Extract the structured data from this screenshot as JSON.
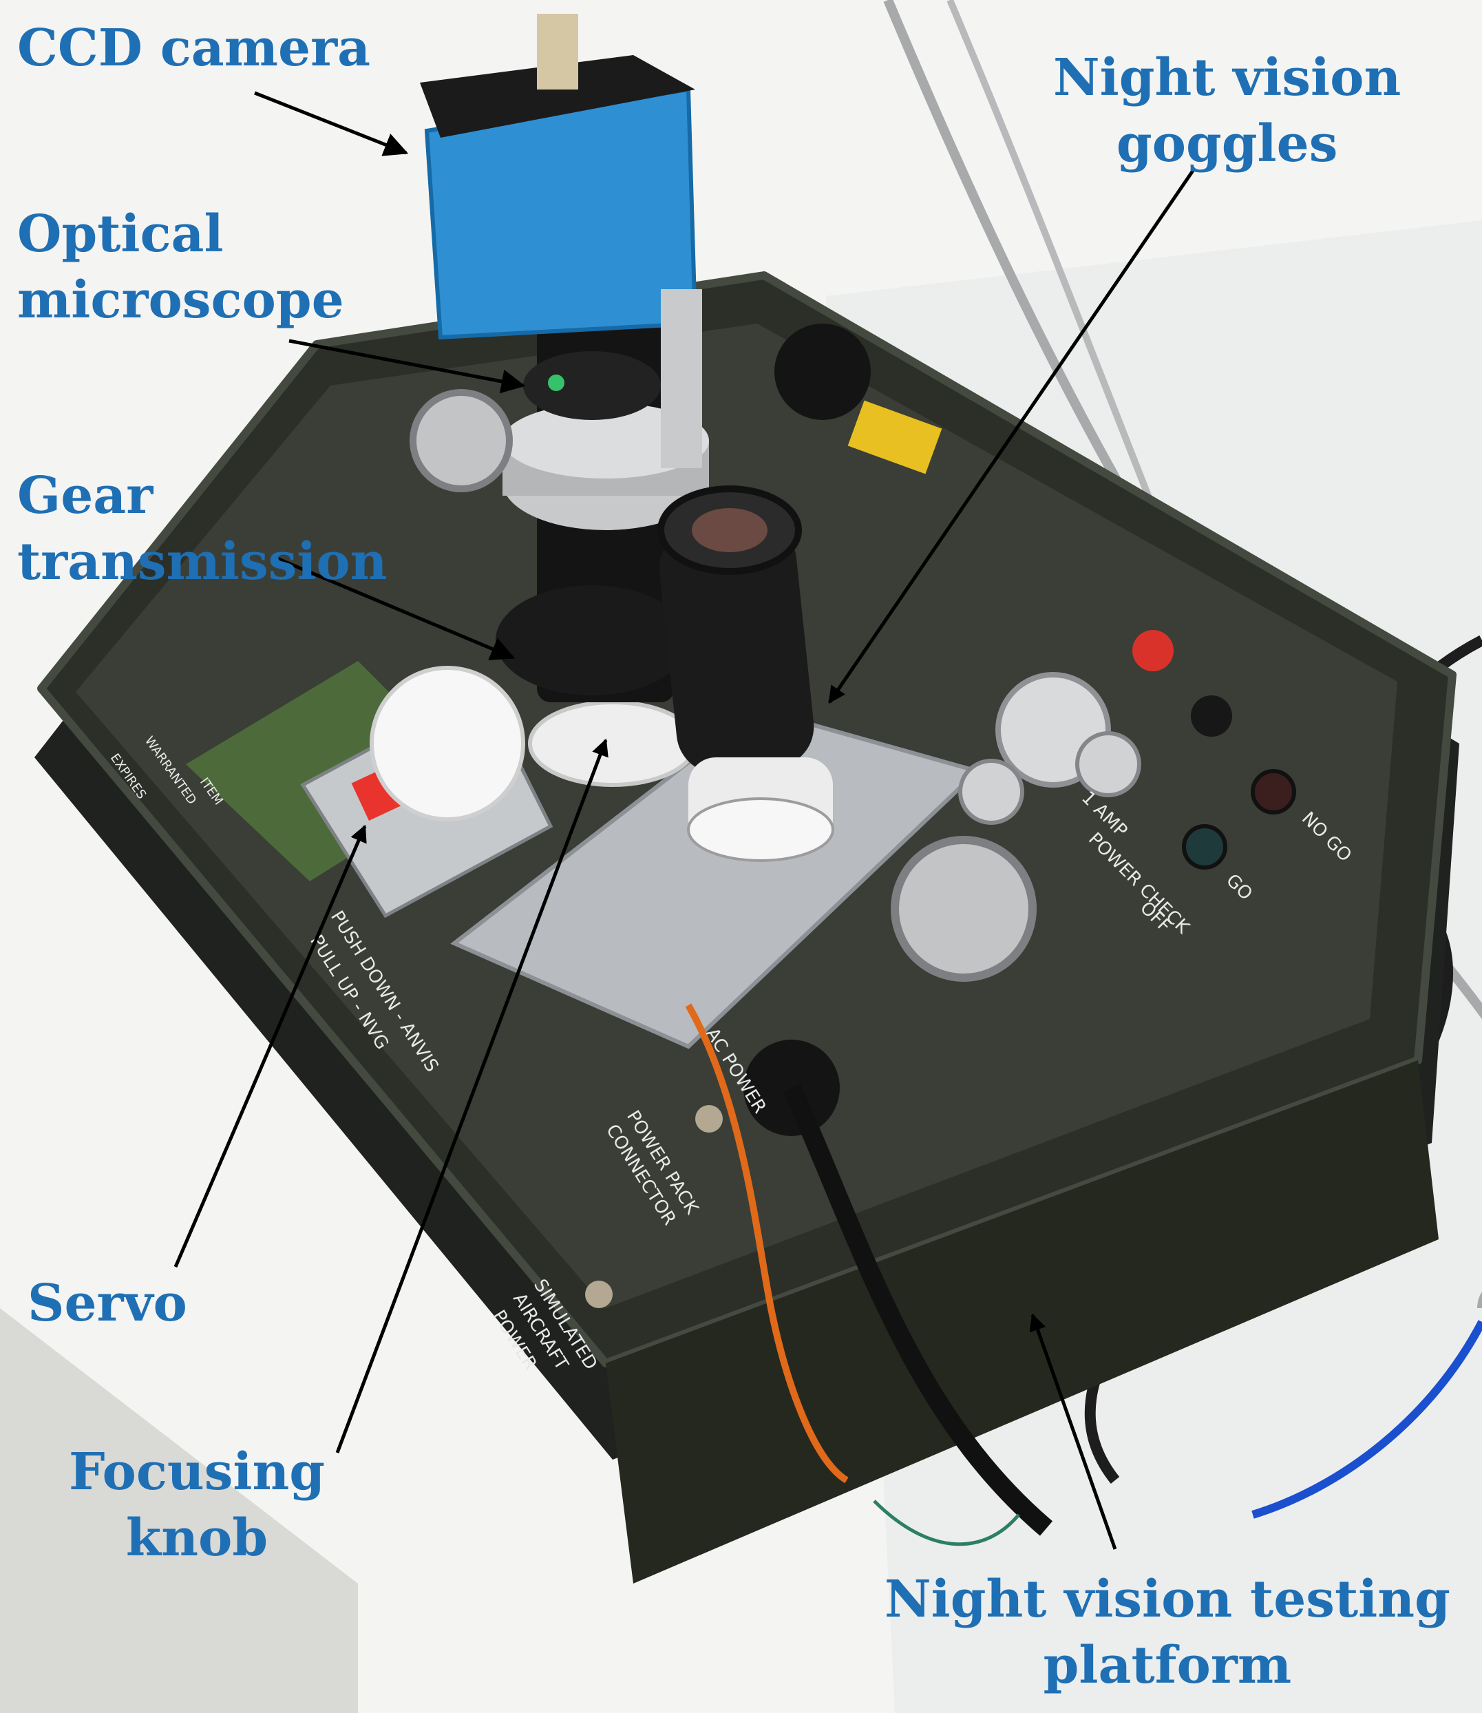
{
  "colors": {
    "label": "#1f6fb4",
    "arrow": "#000000",
    "case": "#2b2f28",
    "panel": "#3a3e36",
    "camera_blue": "#2f8fd3",
    "floor": "#d9d9d6",
    "steel": "#b8bcc0",
    "wire_orange": "#e06a1a",
    "wire_blue": "#1a4fd0"
  },
  "labels": {
    "ccd_camera": "CCD camera",
    "nvg_line1": "Night vision",
    "nvg_line2": "goggles",
    "optical_line1": "Optical",
    "optical_line2": "microscope",
    "gear_line1": "Gear",
    "gear_line2": "transmission",
    "servo": "Servo",
    "focus_line1": "Focusing",
    "focus_line2": "knob",
    "platform_line1": "Night vision testing",
    "platform_line2": "platform"
  },
  "panel_text": {
    "push_line1": "PUSH DOWN - ANVIS",
    "push_line2": "PULL UP - NVG",
    "power_pack": "POWER PACK",
    "connector": "CONNECTOR",
    "ac_power": "AC POWER",
    "simulated": "SIMULATED",
    "aircraft": "AIRCRAFT",
    "power": "POWER",
    "power_check": "POWER CHECK",
    "off": "OFF",
    "go": "GO",
    "no_go": "NO GO",
    "one_amp": "1 AMP",
    "warranted": "WARRANTED",
    "item": "ITEM",
    "expires": "EXPIRES"
  }
}
